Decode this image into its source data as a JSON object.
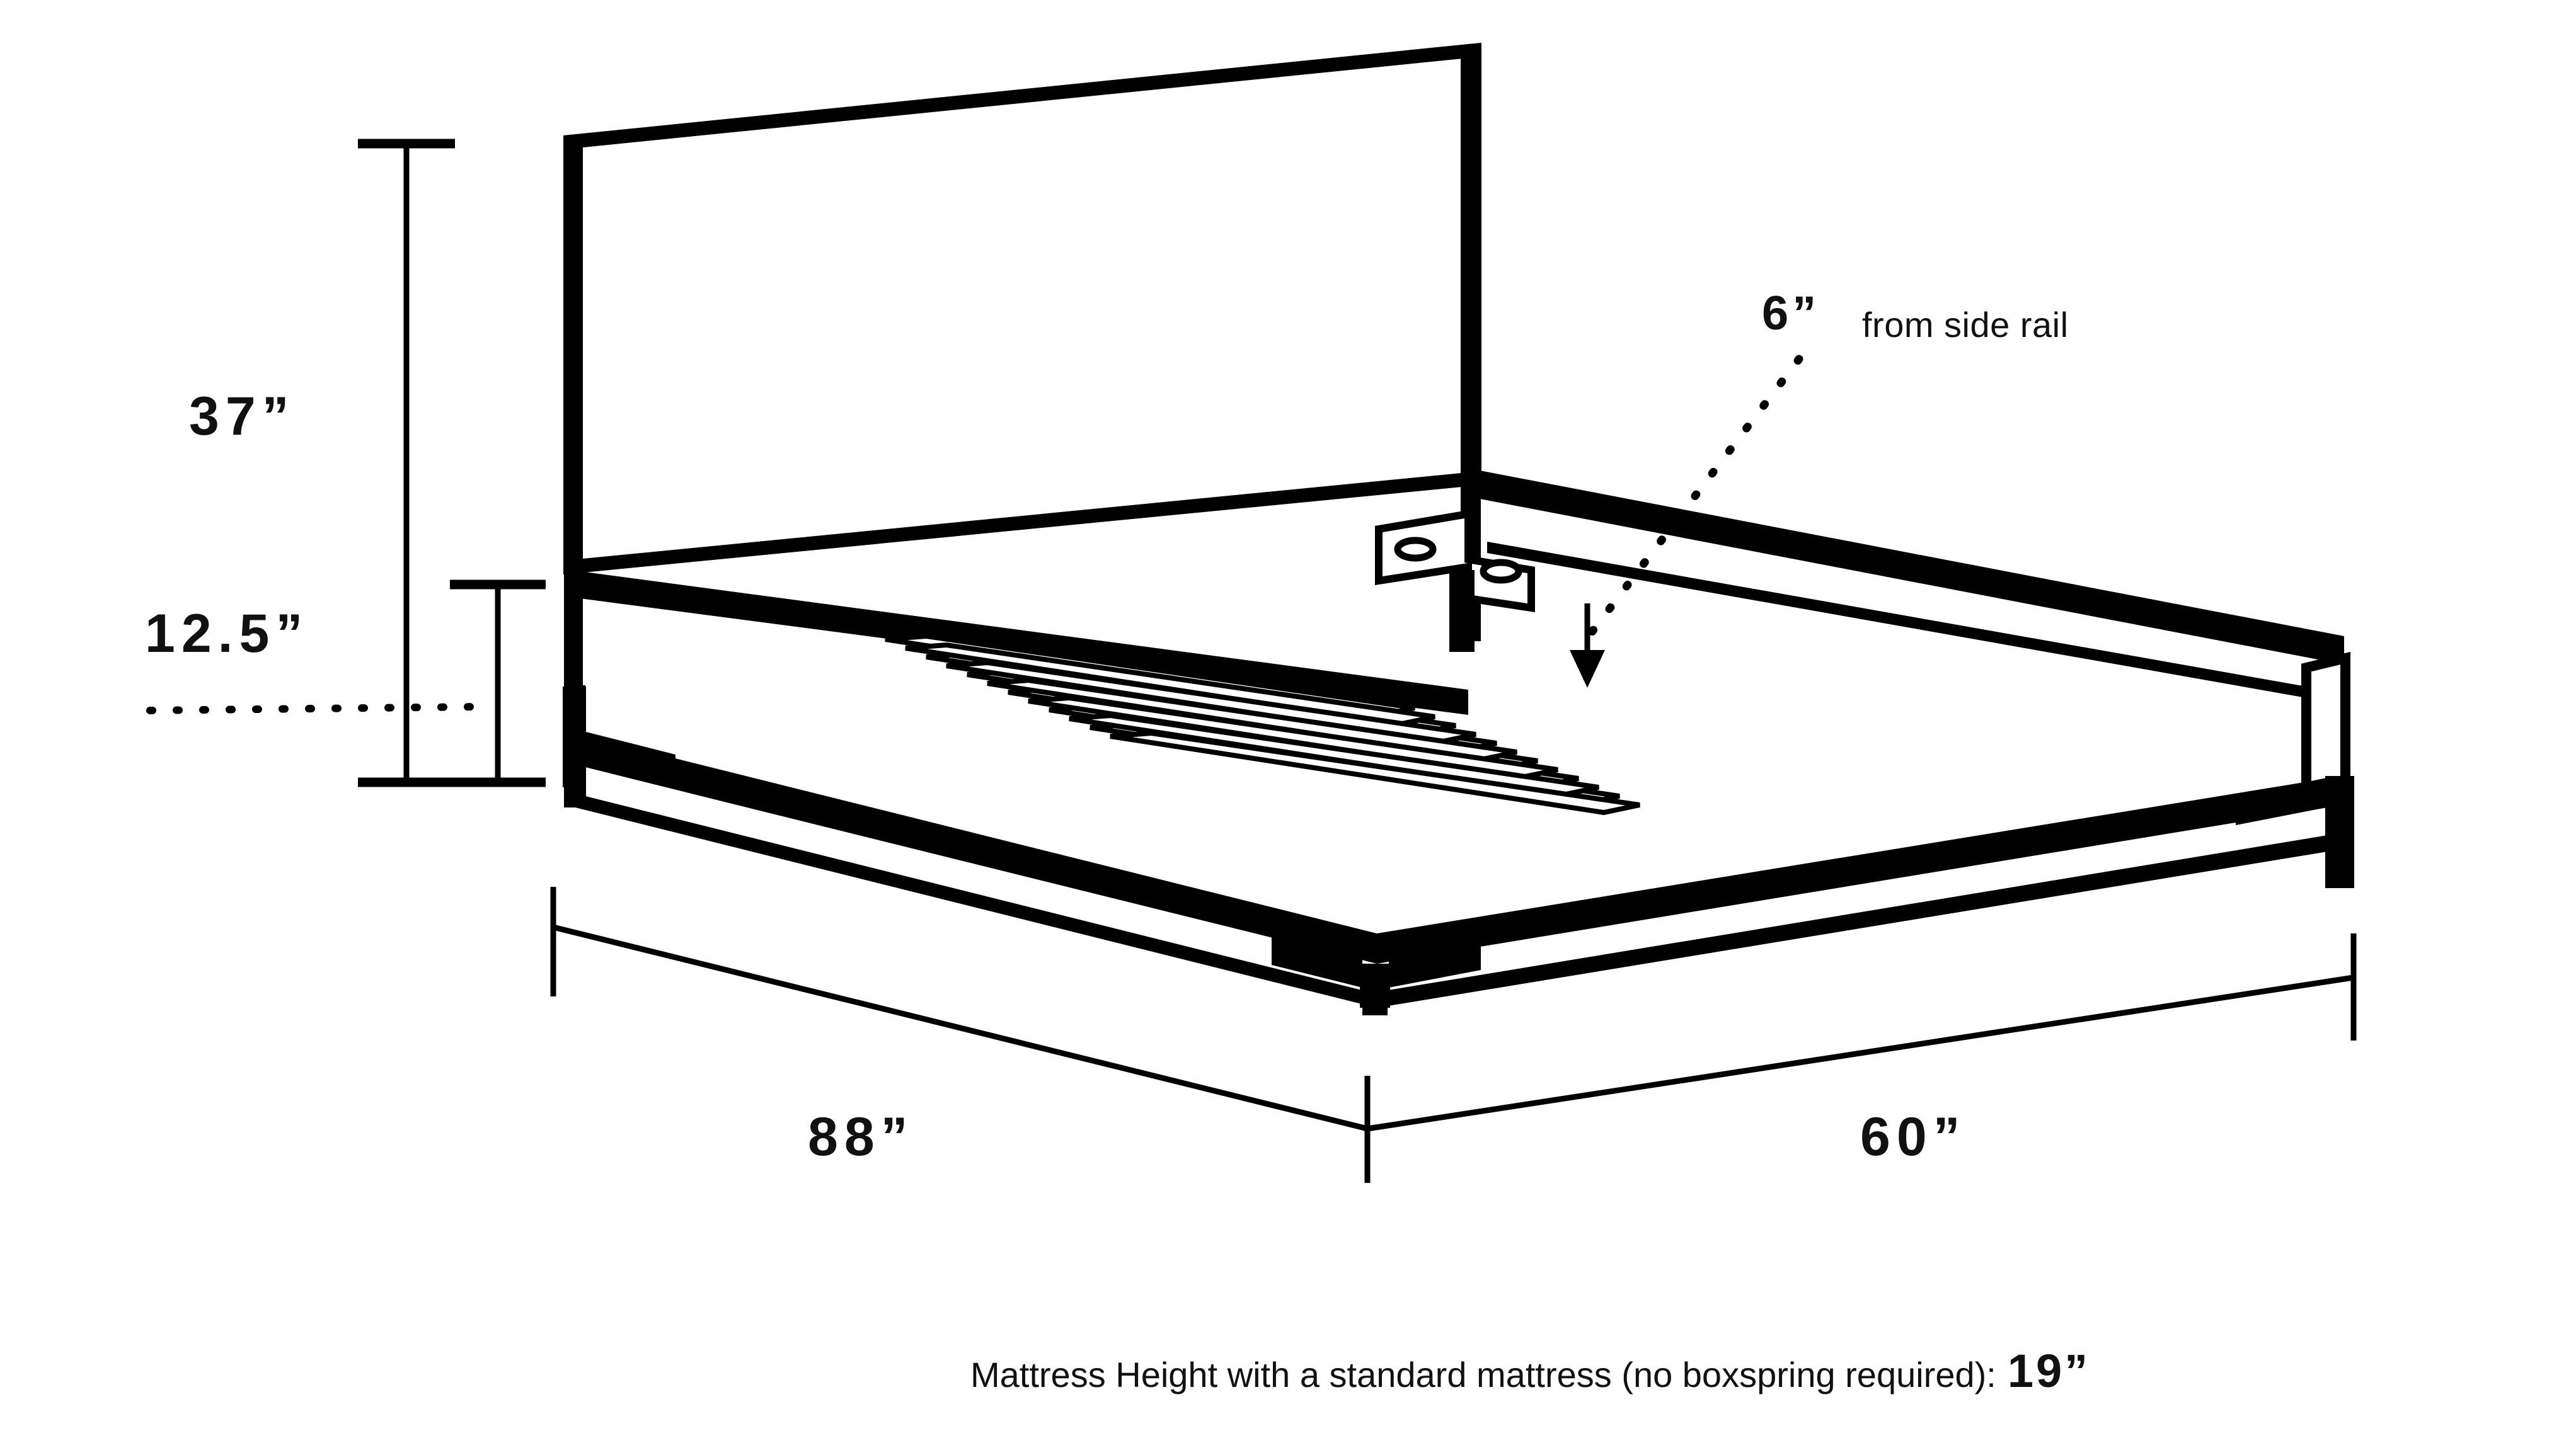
{
  "diagram": {
    "type": "product-dimension-drawing",
    "subject": "platform bed frame with headboard",
    "background_color": "#ffffff",
    "line_color": "#000000",
    "dimensions": {
      "headboard_height": "37”",
      "frame_height": "12.5”",
      "length": "88”",
      "width": "60”",
      "slat_inset": "6”",
      "mattress_height": "19”"
    },
    "labels": {
      "headboard_height": "37”",
      "frame_height": "12.5”",
      "length": "88”",
      "width": "60”",
      "callout_value": "6”",
      "callout_note": "from side rail"
    },
    "caption": {
      "text": "Mattress Height with a standard mattress (no boxspring required):",
      "value": "19”"
    },
    "parts": {
      "headboard": "headboard-panel",
      "side_rail": "side-rail",
      "foot_rail": "foot-rail",
      "slats": "wooden-slats",
      "center_bracket": "center-support-bracket",
      "center_leg": "center-support-leg",
      "corner_legs": "corner-legs"
    },
    "annotations": {
      "arrow_direction": "down",
      "leader_style": "dotted",
      "slat_count": 12
    }
  }
}
